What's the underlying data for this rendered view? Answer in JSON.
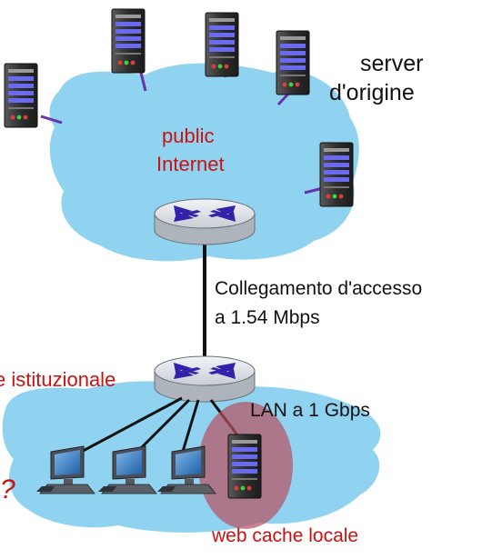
{
  "labels": {
    "server_line1": "server",
    "server_line2": "d'origine",
    "public_line1": "public",
    "public_line2": "Internet",
    "link_line1": "Collegamento d'accesso",
    "link_line2": "a 1.54 Mbps",
    "institutional": "e istituzionale",
    "lan": "LAN a 1 Gbps",
    "cache": "web cache locale",
    "question_mark": "?"
  },
  "colors": {
    "cloud": "#8fd3f0",
    "link": "#6633aa",
    "router_body": "#d9dde2",
    "router_cross": "#3322aa",
    "cache_highlight": "#b8505e",
    "red_text": "#cc1111"
  }
}
